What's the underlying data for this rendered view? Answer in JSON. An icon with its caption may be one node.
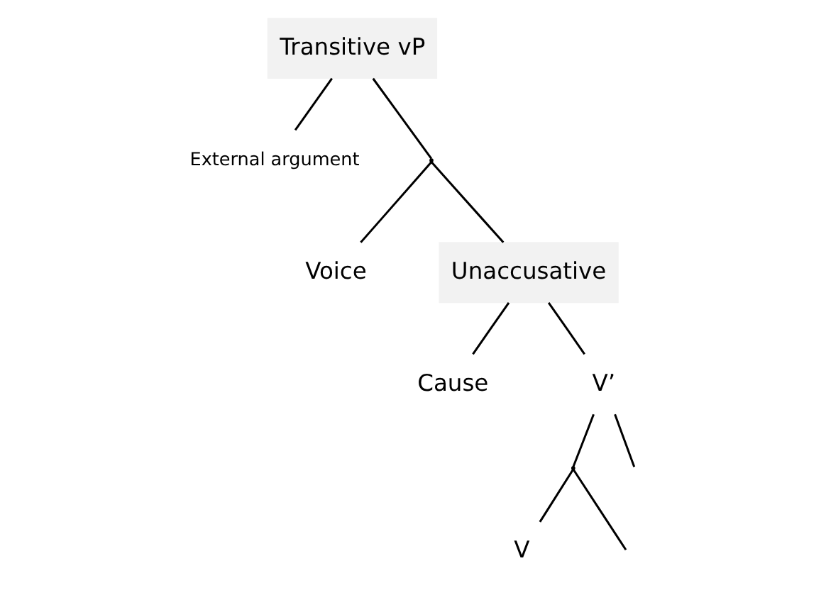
{
  "diagram": {
    "nodes": [
      {
        "text": [
          "Transitive vP"
        ]
      },
      {
        "text": [
          "External argument"
        ]
      },
      {
        "text": [],
        "shape": "point"
      },
      {
        "text": [
          "Voice"
        ]
      },
      {
        "text": [
          "Unaccusative"
        ]
      },
      {
        "text": [
          "Cause"
        ]
      },
      {
        "text": [
          "V’"
        ]
      },
      {
        "text": [],
        "shape": "point"
      },
      {
        "text": [
          "V"
        ]
      }
    ],
    "edges": [
      {
        "from": 0,
        "to": 1,
        "arrow": "none"
      },
      {
        "from": 0,
        "to": 2,
        "arrow": "none"
      },
      {
        "from": 2,
        "to": 3,
        "arrow": "none"
      },
      {
        "from": 2,
        "to": 4,
        "arrow": "none"
      },
      {
        "from": 4,
        "to": 5,
        "arrow": "none"
      },
      {
        "from": 4,
        "to": 6,
        "arrow": "none"
      },
      {
        "from": 6,
        "to": 7,
        "arrow": "none"
      },
      {
        "from": 6,
        "to": null,
        "arrow": "none"
      },
      {
        "from": 7,
        "to": 8,
        "arrow": "none"
      },
      {
        "from": 7,
        "to": null,
        "arrow": "none"
      }
    ]
  }
}
